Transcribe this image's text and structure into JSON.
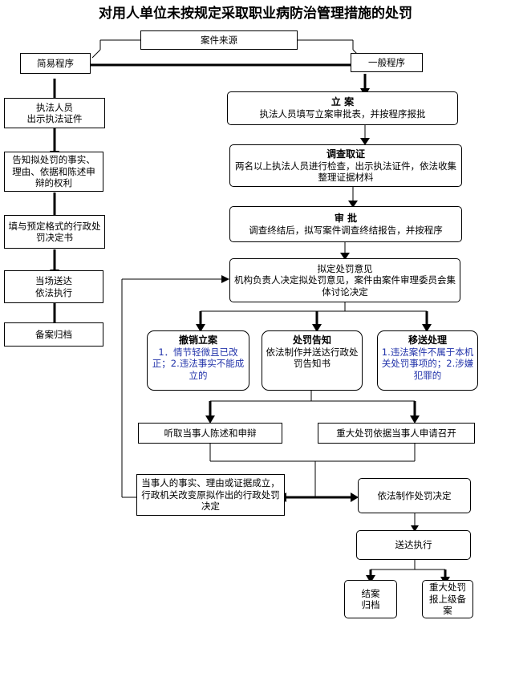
{
  "title": "对用人单位未按规定采取职业病防治管理措施的处罚",
  "nodes": {
    "case_source": "案件来源",
    "simple": "简易程序",
    "general": "一般程序",
    "show_id": "执法人员\n出示执法证件",
    "inform": "告知拟处罚的事实、理由、依据和陈述申辩的权利",
    "fill_form": "填与预定格式的行政处罚决定书",
    "deliver_spot": "当场送达\n依法执行",
    "archive_simple": "备案归档",
    "filing_title": "立  案",
    "filing_body": "执法人员填写立案审批表，并按程序报批",
    "investigate_title": "调查取证",
    "investigate_body": "两名以上执法人员进行检查，出示执法证件，依法收集整理证据材料",
    "review_title": "审  批",
    "review_body": "调查终结后，拟写案件调查终结报告，并按程序",
    "draft_title": "拟定处罚意见",
    "draft_body": "机构负责人决定拟处罚意见，案件由案件审理委员会集体讨论决定",
    "revoke_title": "撤销立案",
    "revoke_body": "1．情节轻微且已改正；2.违法事实不能成立的",
    "notice_title": "处罚告知",
    "notice_body": "依法制作并送达行政处罚告知书",
    "transfer_title": "移送处理",
    "transfer_body": "1.违法案件不属于本机关处罚事项的；2.涉嫌犯罪的",
    "hear": "听取当事人陈述和申辩",
    "hearing": "重大处罚依据当事人申请召开",
    "change": "当事人的事实、理由或证据成立，行政机关改变原拟作出的行政处罚决定",
    "make_decision": "依法制作处罚决定",
    "deliver": "送达执行",
    "archive": "结案\n归档",
    "report": "重大处罚报上级备案"
  }
}
